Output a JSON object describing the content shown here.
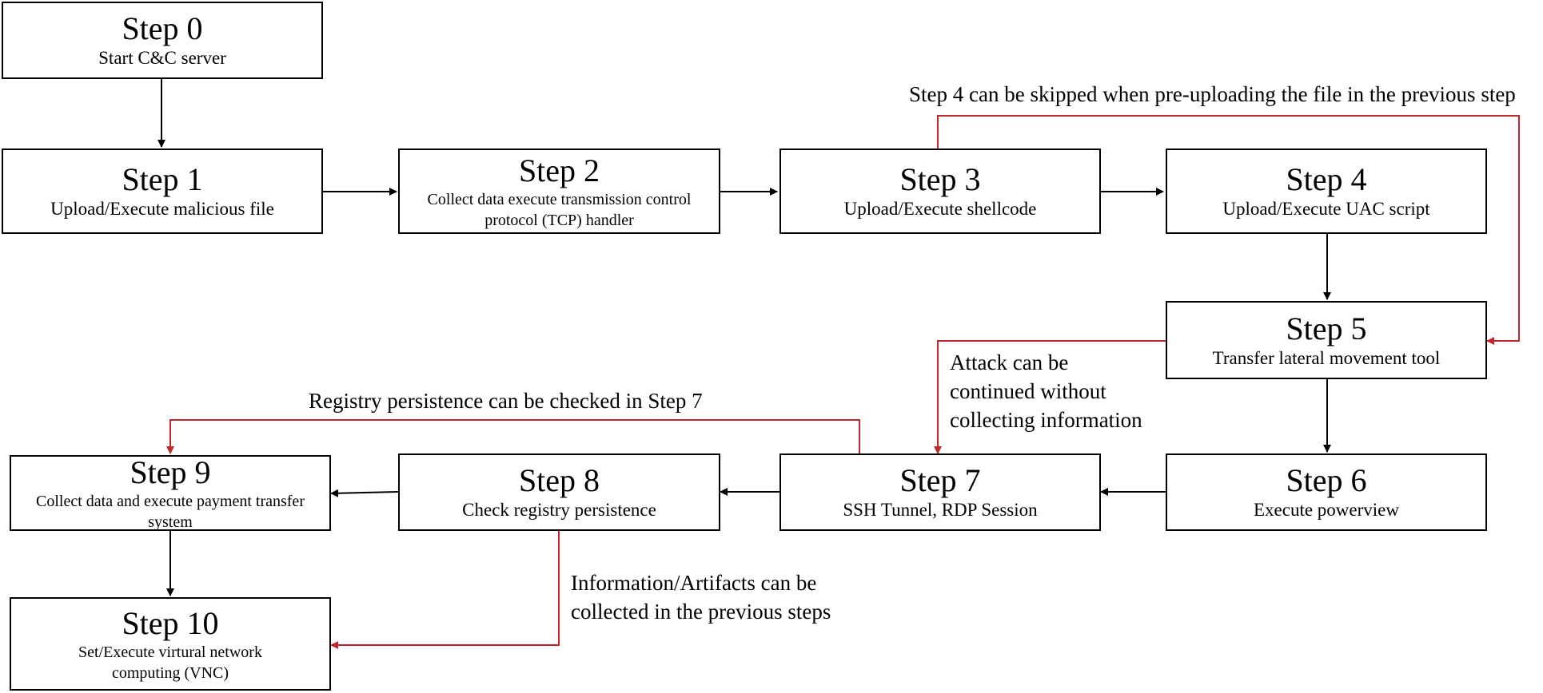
{
  "steps": [
    {
      "title": "Step 0",
      "desc": "Start C&C server"
    },
    {
      "title": "Step 1",
      "desc": "Upload/Execute malicious file"
    },
    {
      "title": "Step 2",
      "desc": "Collect data execute transmission control protocol (TCP) handler"
    },
    {
      "title": "Step 3",
      "desc": "Upload/Execute shellcode"
    },
    {
      "title": "Step 4",
      "desc": "Upload/Execute UAC script"
    },
    {
      "title": "Step 5",
      "desc": "Transfer lateral movement tool"
    },
    {
      "title": "Step 6",
      "desc": "Execute powerview"
    },
    {
      "title": "Step 7",
      "desc": "SSH Tunnel, RDP Session"
    },
    {
      "title": "Step 8",
      "desc": "Check registry persistence"
    },
    {
      "title": "Step 9",
      "desc": "Collect data and execute payment transfer system"
    },
    {
      "title": "Step 10",
      "desc": "Set/Execute virtural network computing (VNC)"
    }
  ],
  "notes": {
    "skip_step4": "Step 4 can be skipped when pre-uploading the file in the previous step",
    "attack_continue": [
      "Attack can be",
      "continued without",
      "collecting information"
    ],
    "registry_check": "Registry persistence can be checked in Step 7",
    "artifacts": [
      "Information/Artifacts can be",
      "collected in the previous steps"
    ]
  },
  "colors": {
    "flow": "#000000",
    "optional": "#c0272d"
  }
}
